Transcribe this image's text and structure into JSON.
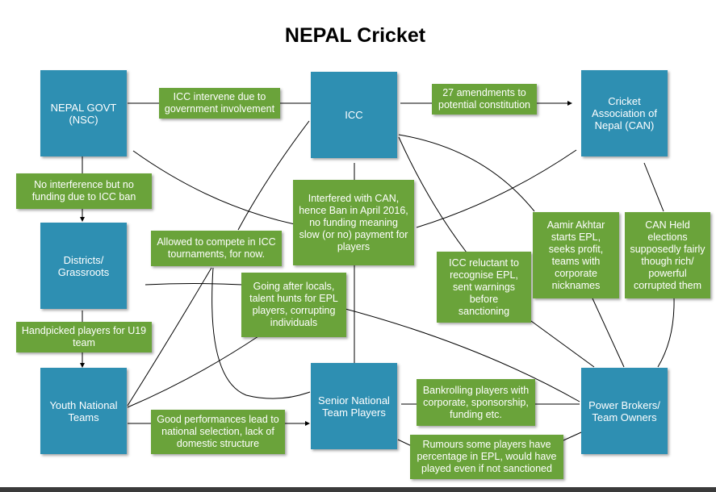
{
  "title": "NEPAL Cricket",
  "colors": {
    "entity": "#2e8fb2",
    "label": "#6aa33a",
    "text": "#ffffff",
    "line": "#000000"
  },
  "entities": {
    "nepal_govt": "NEPAL GOVT\n(NSC)",
    "icc": "ICC",
    "can": "Cricket\nAssociation of\nNepal (CAN)",
    "districts": "Districts/\nGrassroots",
    "youth": "Youth National\nTeams",
    "senior": "Senior National\nTeam Players",
    "power_brokers": "Power Brokers/\nTeam Owners"
  },
  "labels": {
    "icc_intervene": "ICC intervene due to\ngovernment involvement",
    "amendments": "27 amendments to\npotential constitution",
    "no_interference": "No interference but no\nfunding due to ICC ban",
    "interfered_can": "Interfered with CAN,\nhence Ban in April 2016,\nno funding meaning\nslow (or no) payment for\nplayers",
    "allowed_compete": "Allowed to compete in ICC\ntournaments, for now.",
    "going_after_locals": "Going after locals,\ntalent hunts for EPL\nplayers, corrupting\nindividuals",
    "icc_reluctant": "ICC reluctant to\nrecognise EPL,\nsent warnings\nbefore\nsanctioning",
    "aamir_akhtar": "Aamir Akhtar\nstarts EPL,\nseeks profit,\nteams with\ncorporate\nnicknames",
    "can_elections": "CAN Held\nelections\nsupposedly fairly\nthough rich/\npowerful\ncorrupted them",
    "handpicked": "Handpicked players for U19\nteam",
    "good_performances": "Good performances lead to\nnational selection, lack of\ndomestic structure",
    "bankrolling": "Bankrolling players with\ncorporate, sponsorship,\nfunding etc.",
    "rumours": "Rumours some players have\npercentage in EPL, would have\nplayed even if not sanctioned"
  }
}
